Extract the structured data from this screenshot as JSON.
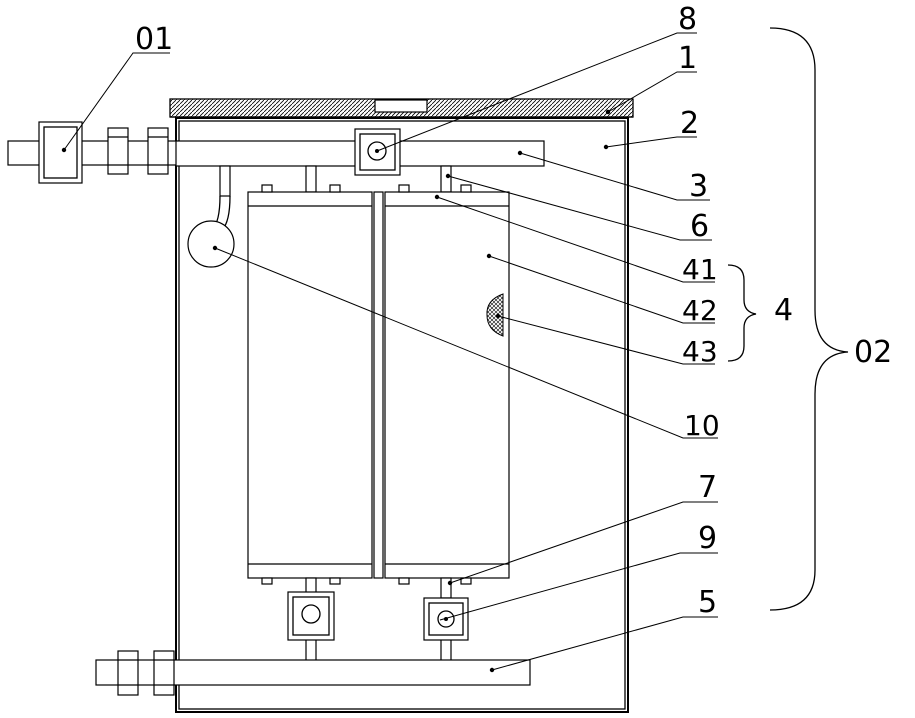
{
  "labels": {
    "l01": "01",
    "l8": "8",
    "l1": "1",
    "l2": "2",
    "l3": "3",
    "l6": "6",
    "l41": "41",
    "l42": "42",
    "l4": "4",
    "l43": "43",
    "l02": "02",
    "l10": "10",
    "l7": "7",
    "l9": "9",
    "l5": "5"
  }
}
